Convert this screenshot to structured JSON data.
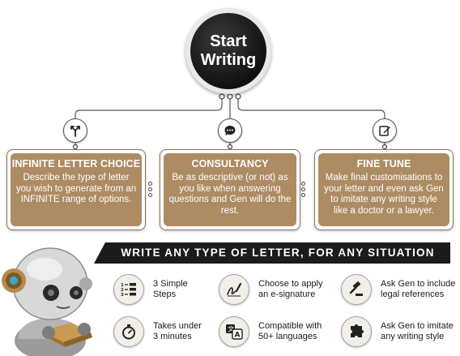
{
  "start": {
    "line1": "Start",
    "line2": "Writing"
  },
  "steps": [
    {
      "title": "INFINITE LETTER CHOICE",
      "text": "Describe the type of letter you wish to generate from an INFINITE range of options.",
      "icon": "signpost-icon"
    },
    {
      "title": "CONSULTANCY",
      "text": "Be as descriptive (or not) as you like when answering questions and Gen will do the rest.",
      "icon": "chat-bubble-icon"
    },
    {
      "title": "FINE TUNE",
      "text": "Make final customisations to your letter and even ask Gen to imitate any writing style like a doctor or a lawyer.",
      "icon": "edit-icon"
    }
  ],
  "banner": "WRITE ANY TYPE OF LETTER, FOR ANY SITUATION",
  "features": [
    {
      "line1": "3 Simple",
      "line2": "Steps",
      "icon": "numbered-list-icon"
    },
    {
      "line1": "Choose to apply",
      "line2": "an e-signature",
      "icon": "signature-icon"
    },
    {
      "line1": "Ask Gen to include",
      "line2": "legal references",
      "icon": "gavel-icon"
    },
    {
      "line1": "Takes under",
      "line2": "3 minutes",
      "icon": "stopwatch-icon"
    },
    {
      "line1": "Compatible with",
      "line2": "50+ languages",
      "icon": "translate-icon"
    },
    {
      "line1": "Ask Gen to imitate",
      "line2": "any writing style",
      "icon": "puzzle-icon"
    }
  ],
  "colors": {
    "card": "#ad8b63",
    "banner": "#1b1b1b",
    "start": "#111111"
  }
}
